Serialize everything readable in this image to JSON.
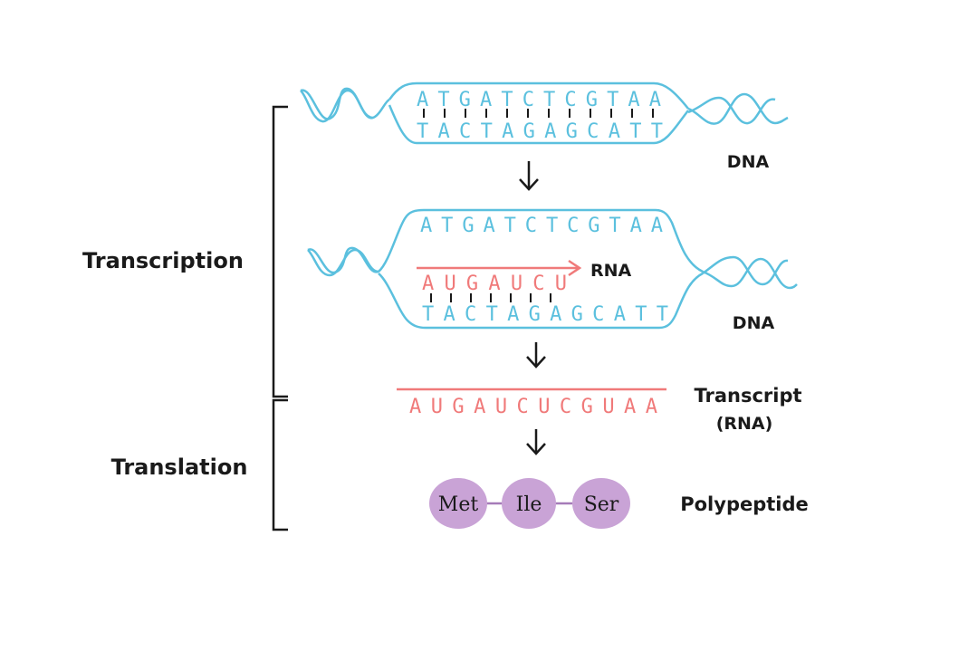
{
  "stages": {
    "transcription_label": "Transcription",
    "translation_label": "Translation"
  },
  "dna_top": {
    "top_strand": "ATGATCTCGTAA",
    "bottom_strand": "TACTAGAGCATT",
    "label": "DNA"
  },
  "dna_middle": {
    "top_strand": "ATGATCTCGTAA",
    "rna_strand": "AUGAUCU",
    "rna_label": "RNA",
    "bottom_strand": "TACTAGAGCATT",
    "label": "DNA"
  },
  "transcript": {
    "sequence": "AUGAUCUCGUAA",
    "label_line1": "Transcript",
    "label_line2": "(RNA)"
  },
  "polypeptide": {
    "amino_acids": [
      "Met",
      "Ile",
      "Ser"
    ],
    "label": "Polypeptide"
  },
  "colors": {
    "dna": "#5bc0de",
    "rna": "#f07a7a",
    "amino_acid": "#c9a3d6",
    "ink": "#1a1a1a"
  }
}
